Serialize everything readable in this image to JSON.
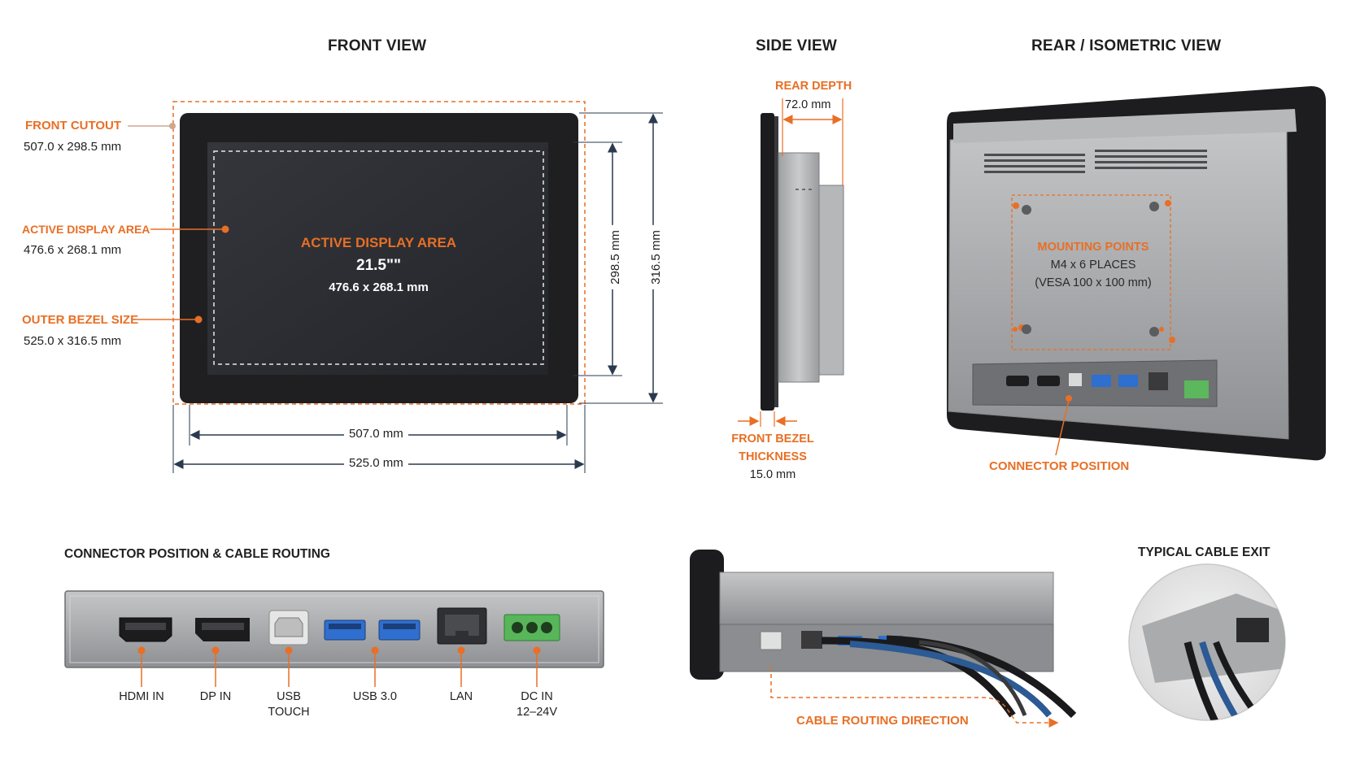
{
  "views": {
    "front": "FRONT VIEW",
    "side": "SIDE VIEW",
    "rear": "REAR / ISOMETRIC VIEW"
  },
  "front": {
    "cutout_label": "FRONT CUTOUT",
    "cutout_value": "507.0 x 298.5 mm",
    "active_label": "ACTIVE DISPLAY AREA",
    "active_value": "476.6 x 268.1 mm",
    "bezel_label": "OUTER BEZEL SIZE",
    "bezel_value": "525.0 x 316.5 mm",
    "screen_title": "ACTIVE DISPLAY AREA",
    "screen_size": "21.5\"\"",
    "screen_dims": "476.6 x 268.1 mm",
    "dim_inner_height": "298.5 mm",
    "dim_outer_height": "316.5 mm",
    "dim_inner_width": "507.0 mm",
    "dim_outer_width": "525.0 mm"
  },
  "side": {
    "rear_depth_label": "REAR DEPTH",
    "rear_depth_value": "72.0 mm",
    "bezel_thickness_label_1": "FRONT BEZEL",
    "bezel_thickness_label_2": "THICKNESS",
    "bezel_thickness_value": "15.0 mm"
  },
  "rear": {
    "mount_label": "MOUNTING POINTS",
    "mount_spec": "M4 x 6 PLACES",
    "mount_vesa": "(VESA 100 x 100 mm)",
    "connector_label": "CONNECTOR POSITION"
  },
  "bottom": {
    "title": "CONNECTOR POSITION & CABLE ROUTING",
    "connectors": [
      {
        "line1": "HDMI IN",
        "line2": ""
      },
      {
        "line1": "DP IN",
        "line2": ""
      },
      {
        "line1": "USB",
        "line2": "TOUCH"
      },
      {
        "line1": "USB 3.0",
        "line2": ""
      },
      {
        "line1": "LAN",
        "line2": ""
      },
      {
        "line1": "DC IN",
        "line2": "12–24V"
      }
    ],
    "routing_label": "CABLE ROUTING DIRECTION",
    "cable_exit_title": "TYPICAL CABLE EXIT"
  },
  "colors": {
    "accent": "#e86f25",
    "bezel": "#222222",
    "screen": "#2b2d31",
    "metal": "#a7a9ab",
    "usb_blue": "#2f6fd0",
    "terminal_green": "#5cb85c"
  }
}
